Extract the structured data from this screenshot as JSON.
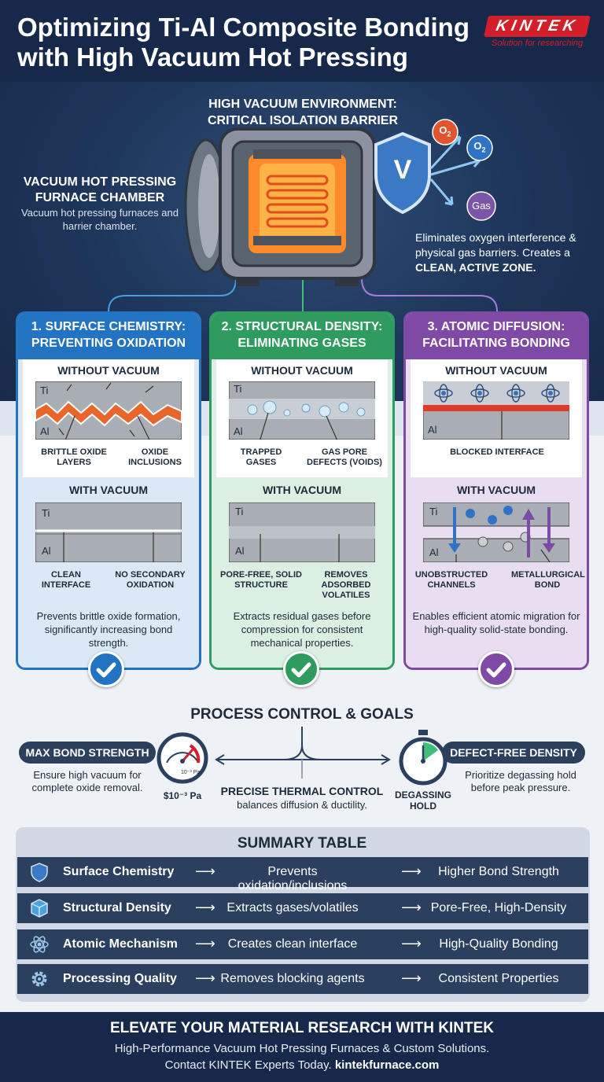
{
  "header": {
    "title": "Optimizing Ti-Al Composite Bonding with High Vacuum Hot Pressing",
    "logo_text": "KINTEK",
    "logo_tagline": "Solution for researching"
  },
  "hero": {
    "env_title": "HIGH VACUUM ENVIRONMENT: CRITICAL ISOLATION BARRIER",
    "chamber_title": "VACUUM HOT PRESSING FURNACE CHAMBER",
    "chamber_sub": "Vacuum hot pressing furnaces and harrier chamber.",
    "elim_text": "Eliminates oxygen interference & physical gas barriers. Creates a ",
    "elim_bold": "CLEAN, ACTIVE ZONE.",
    "bubble_o2": "O",
    "bubble_sub": "2",
    "bubble_gas": "Gas",
    "shield_letter": "V"
  },
  "cards": [
    {
      "title": "1. SURFACE CHEMISTRY: PREVENTING OXIDATION",
      "without": "WITHOUT VACUUM",
      "with": "WITH VACUUM",
      "ti": "Ti",
      "al": "Al",
      "cap1": "BRITTLE OXIDE LAYERS",
      "cap2": "OXIDE INCLUSIONS",
      "cap3": "CLEAN INTERFACE",
      "cap4": "NO SECONDARY OXIDATION",
      "desc": "Prevents brittle oxide formation, significantly increasing bond strength."
    },
    {
      "title": "2. STRUCTURAL DENSITY: ELIMINATING GASES",
      "without": "WITHOUT VACUUM",
      "with": "WITH VACUUM",
      "ti": "Ti",
      "al": "Al",
      "cap1": "TRAPPED GASES",
      "cap2": "GAS PORE DEFECTS (VOIDS)",
      "cap3": "PORE-FREE, SOLID STRUCTURE",
      "cap4": "REMOVES ADSORBED VOLATILES",
      "desc": "Extracts residual gases before compression for consistent mechanical properties."
    },
    {
      "title": "3. ATOMIC DIFFUSION: FACILITATING BONDING",
      "without": "WITHOUT VACUUM",
      "with": "WITH VACUUM",
      "ti": "Ti",
      "al": "Al",
      "cap1": "BLOCKED INTERFACE",
      "cap3": "UNOBSTRUCTED CHANNELS",
      "cap4": "METALLURGICAL BOND",
      "desc": "Enables efficient atomic migration for high-quality solid-state bonding."
    }
  ],
  "process": {
    "title": "PROCESS CONTROL & GOALS",
    "left_pill": "MAX BOND STRENGTH",
    "left_text": "Ensure high vacuum for complete oxide removal.",
    "gauge_label": "10⁻³ Pa",
    "gauge_value": "$10⁻³ Pa",
    "center_title": "PRECISE THERMAL CONTROL",
    "center_text": "balances diffusion & ductility.",
    "timer_label": "DEGASSING HOLD",
    "right_pill": "DEFECT-FREE DENSITY",
    "right_text": "Prioritize degassing hold before peak pressure."
  },
  "summary": {
    "title": "SUMMARY TABLE",
    "arrow": "⟶",
    "rows": [
      {
        "a": "Surface Chemistry",
        "b": "Prevents oxidation/inclusions",
        "c": "Higher Bond Strength",
        "icon": "shield-icon"
      },
      {
        "a": "Structural Density",
        "b": "Extracts gases/volatiles",
        "c": "Pore-Free, High-Density",
        "icon": "cube-icon"
      },
      {
        "a": "Atomic Mechanism",
        "b": "Creates clean interface",
        "c": "High-Quality Bonding",
        "icon": "atom-icon"
      },
      {
        "a": "Processing Quality",
        "b": "Removes blocking agents",
        "c": "Consistent Properties",
        "icon": "gear-icon"
      }
    ]
  },
  "footer": {
    "headline": "ELEVATE YOUR MATERIAL RESEARCH WITH KINTEK",
    "line1": "High-Performance Vacuum Hot Pressing Furnaces & Custom Solutions.",
    "line2": "Contact KINTEK Experts Today. ",
    "link": "kintekfurnace.com"
  },
  "colors": {
    "navy": "#17294a",
    "blue": "#2273c2",
    "green": "#2f9c5f",
    "purple": "#7e4aa6",
    "brand_red": "#d21f2a"
  }
}
